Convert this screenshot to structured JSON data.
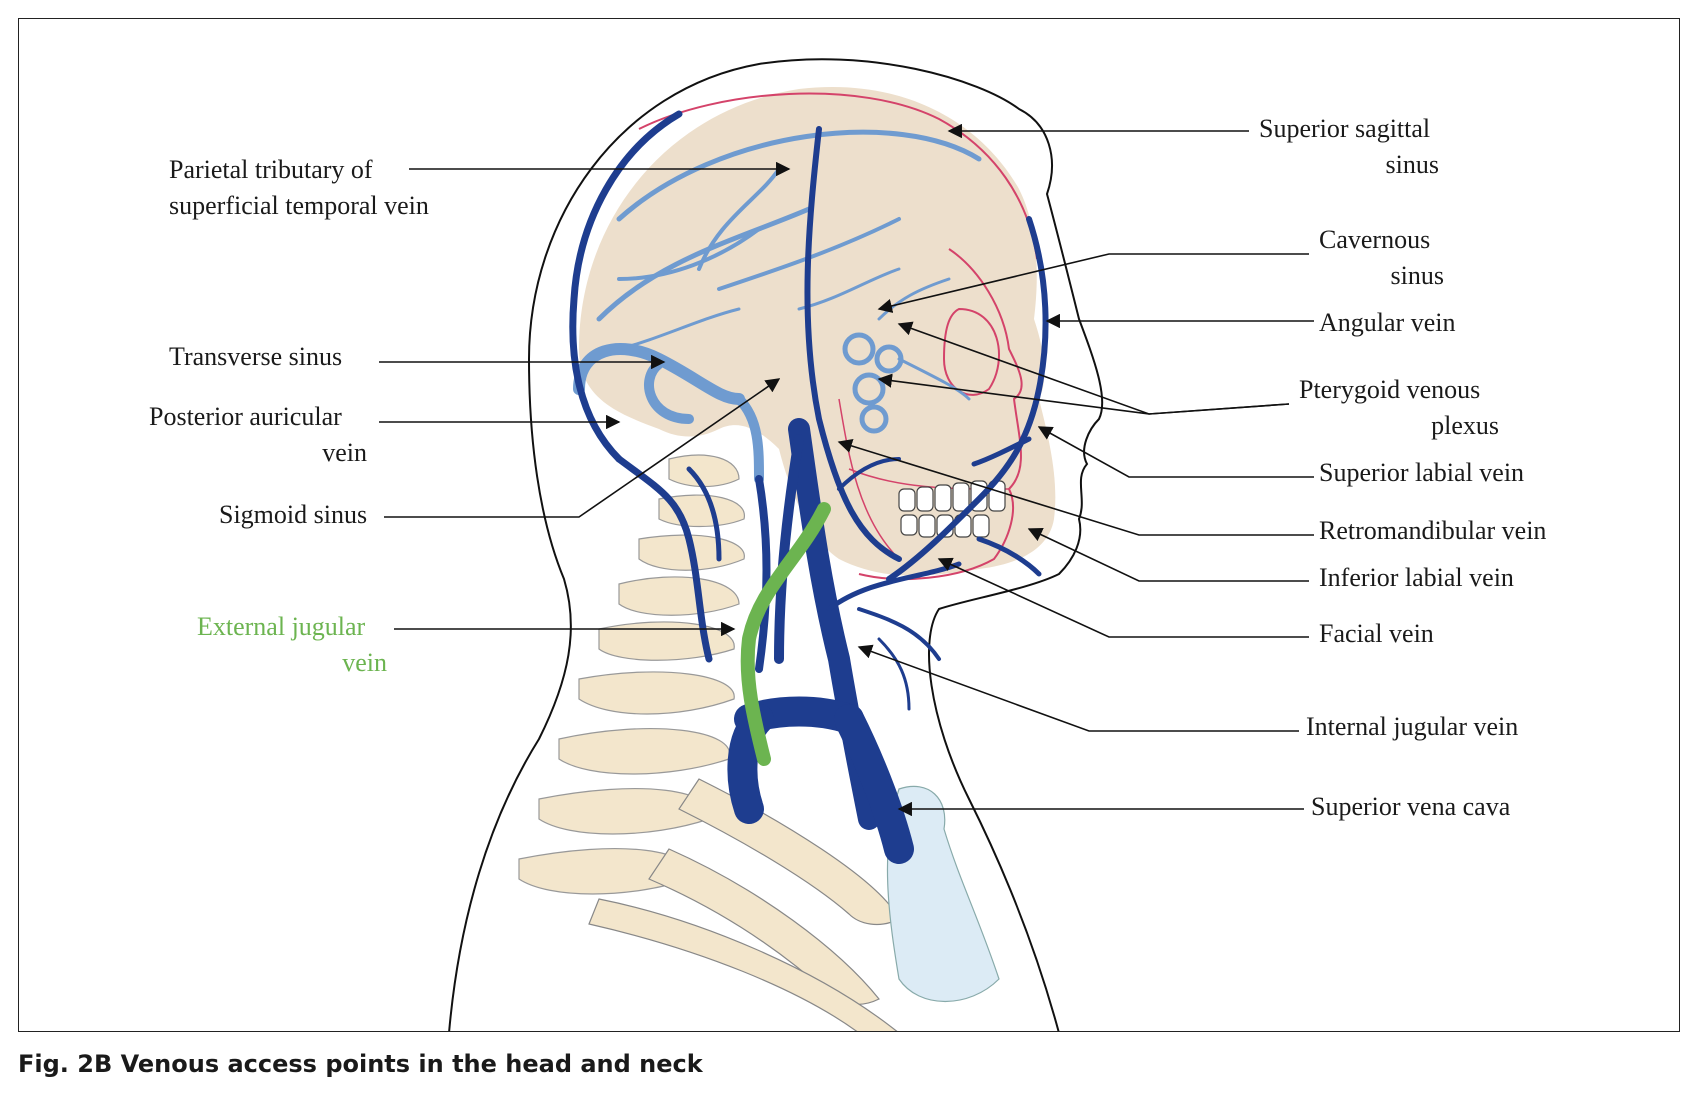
{
  "figure": {
    "caption": "Fig. 2B  Venous access points in the head and neck"
  },
  "labels": {
    "superior_sagittal_sinus": [
      "Superior sagittal",
      "sinus"
    ],
    "parietal_tributary": [
      "Parietal tributary of",
      "superficial temporal vein"
    ],
    "cavernous_sinus": [
      "Cavernous",
      "sinus"
    ],
    "angular_vein": [
      "Angular vein"
    ],
    "transverse_sinus": [
      "Transverse sinus"
    ],
    "pterygoid_venous_plexus": [
      "Pterygoid venous",
      "plexus"
    ],
    "posterior_auricular_vein": [
      "Posterior auricular",
      "vein"
    ],
    "superior_labial_vein": [
      "Superior labial vein"
    ],
    "sigmoid_sinus": [
      "Sigmoid sinus"
    ],
    "retromandibular_vein": [
      "Retromandibular vein"
    ],
    "inferior_labial_vein": [
      "Inferior labial vein"
    ],
    "external_jugular_vein": [
      "External jugular",
      "vein"
    ],
    "facial_vein": [
      "Facial vein"
    ],
    "internal_jugular_vein": [
      "Internal jugular vein"
    ],
    "superior_vena_cava": [
      "Superior vena cava"
    ]
  },
  "colors": {
    "skull": "#eddfcc",
    "bone": "#f3e6cc",
    "light_vein": "#6f9bd0",
    "dark_vein": "#1e3d8f",
    "ext_jugular": "#6cb450",
    "artery_outline": "#d4436a",
    "sternum": "#dcebf5"
  }
}
